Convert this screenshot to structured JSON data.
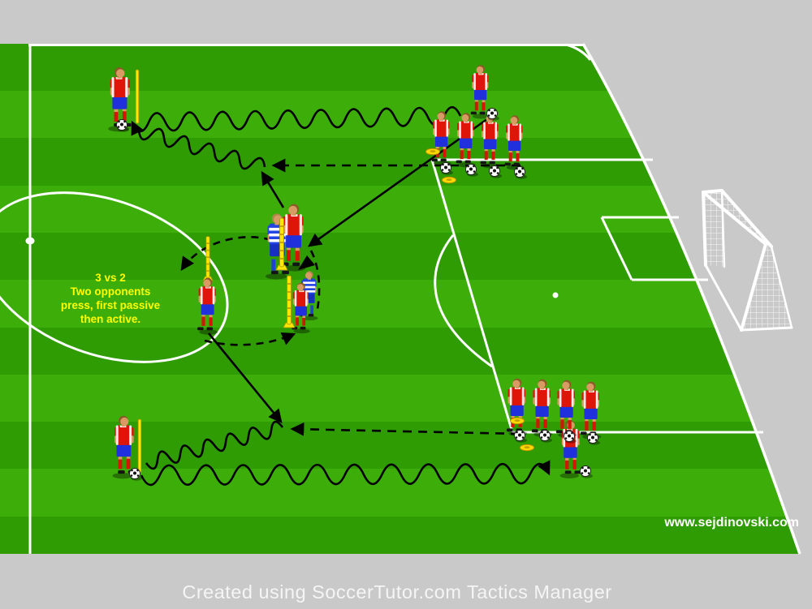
{
  "annotation": {
    "lines": [
      "3 vs 2",
      "Two opponents",
      "press, first passive",
      "then active."
    ],
    "color": "#ffff00"
  },
  "watermark": {
    "text": "www.sejdinovski.com",
    "color": "#ffffff"
  },
  "footer": {
    "text": "Created using SoccerTutor.com Tactics Manager",
    "color": "#f5f5f5",
    "background": "#c9c9c9"
  },
  "field": {
    "stripe_dark": "#2f9c04",
    "stripe_light": "#3dae09",
    "line_color": "#ffffff",
    "surround": "#c9c9c9"
  },
  "teams": {
    "red": {
      "shirt": "#e0150a",
      "shorts": "#2030dc",
      "socks": "#d61408",
      "count": 14
    },
    "blue": {
      "shirt": "#2244e0",
      "hoops": "#ffffff",
      "shorts": "#1830c0",
      "socks": "#2040d8",
      "count": 2
    }
  },
  "equipment": {
    "balls": 12,
    "cones": 4,
    "poles": 5,
    "goals": 1,
    "pole_color": "#ffe600",
    "cone_color": "#ffd900"
  }
}
